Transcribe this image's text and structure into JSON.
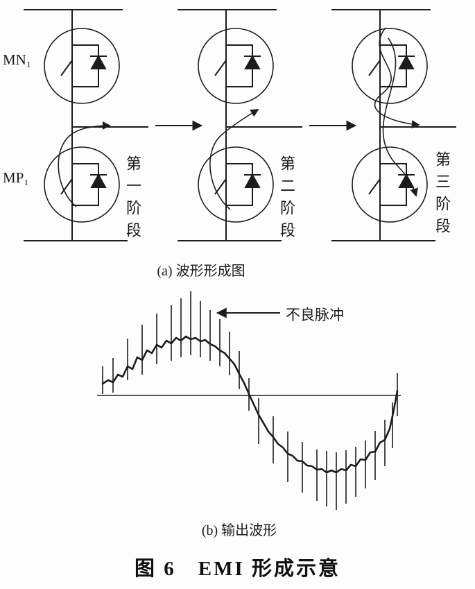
{
  "page": {
    "background": "#fdfdfd",
    "ink": "#1c1c1c"
  },
  "panel_a": {
    "transistor_top_label": "MN₁",
    "transistor_bottom_label": "MP₁",
    "stages": [
      {
        "label": "第一阶段"
      },
      {
        "label": "第二阶段"
      },
      {
        "label": "第三阶段"
      }
    ],
    "caption": "(a) 波形形成图"
  },
  "panel_b": {
    "annotation": "不良脉冲",
    "caption": "(b) 输出波形"
  },
  "figure_title": "图 6　EMI 形成示意"
}
